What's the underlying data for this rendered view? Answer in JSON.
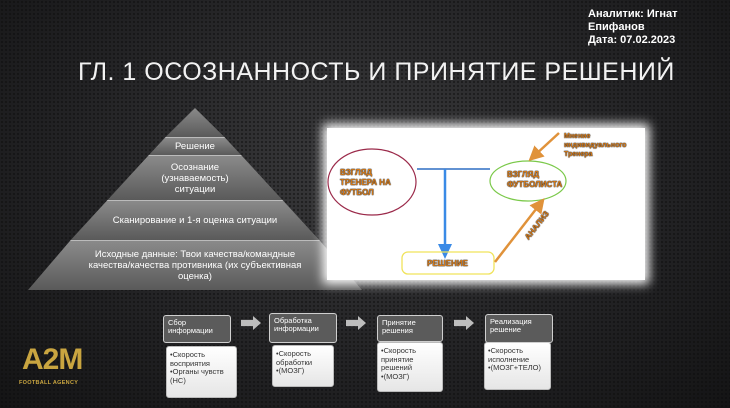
{
  "header": {
    "analyst": "Аналитик: Игнат Епифанов",
    "date": "Дата: 07.02.2023"
  },
  "title": "ГЛ. 1 ОСОЗНАННОСТЬ И ПРИНЯТИЕ РЕШЕНИЙ",
  "pyramid": [
    "Решение",
    "Осознание (узнаваемость) ситуации",
    "Сканирование и 1-я оценка ситуации",
    "Исходные данные: Твои качества/командные качества/качества противника (их субъективная оценка)"
  ],
  "diagram": {
    "coach_view": "ВЗГЛЯД ТРЕНЕРА НА ФУТБОЛ",
    "player_view": "ВЗГЛЯД ФУТБОЛИСТА",
    "decision": "РЕШЕНИЕ",
    "analysis": "АНАЛИЗ",
    "coach_opinion": "Мнение индивидуального Тренера"
  },
  "process": [
    {
      "title": "Сбор информации",
      "items": [
        "Скорость восприятия",
        "Органы чувств (НС)"
      ]
    },
    {
      "title": "Обработка информации",
      "items": [
        "Скорость обработки",
        "(МОЗГ)"
      ]
    },
    {
      "title": "Принятие решения",
      "items": [
        "Скорость принятие решений",
        "(МОЗГ)"
      ]
    },
    {
      "title": "Реализация решение",
      "items": [
        "Скорость исполнение",
        "(МОЗГ+ТЕЛО)"
      ]
    }
  ],
  "logo": {
    "name": "A2M",
    "subtitle": "FOOTBALL AGENCY"
  }
}
